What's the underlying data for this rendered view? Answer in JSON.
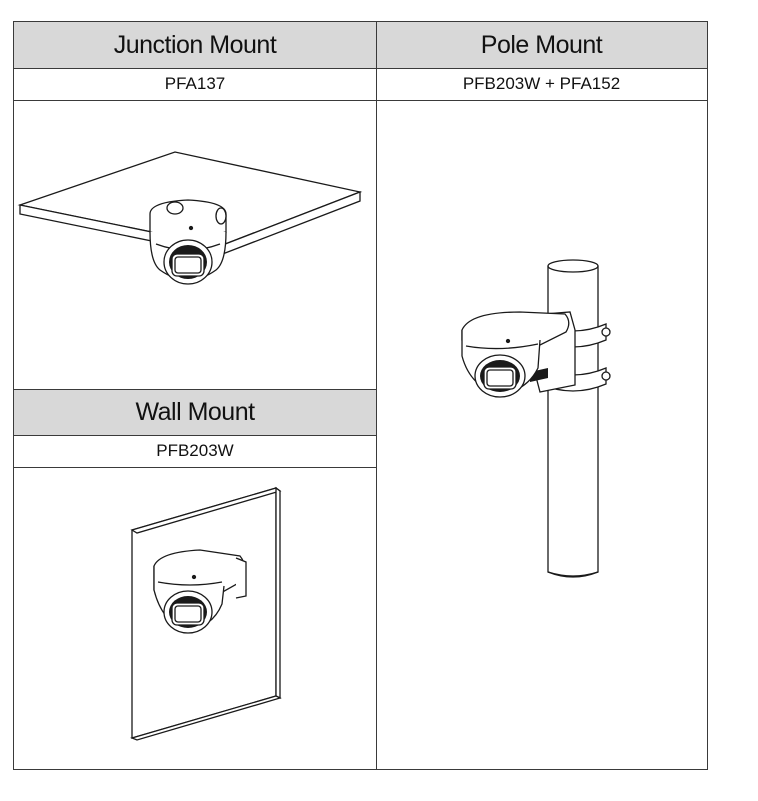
{
  "table": {
    "junction": {
      "title": "Junction Mount",
      "model": "PFA137"
    },
    "pole": {
      "title": "Pole Mount",
      "model": "PFB203W + PFA152"
    },
    "wall": {
      "title": "Wall Mount",
      "model": "PFB203W"
    }
  },
  "colors": {
    "header_bg": "#d8d8d8",
    "border": "#3a3a3a",
    "line_art": "#1a1a1a"
  },
  "icons": [
    "junction-mount-illustration",
    "pole-mount-illustration",
    "wall-mount-illustration",
    "dome-camera-icon"
  ]
}
